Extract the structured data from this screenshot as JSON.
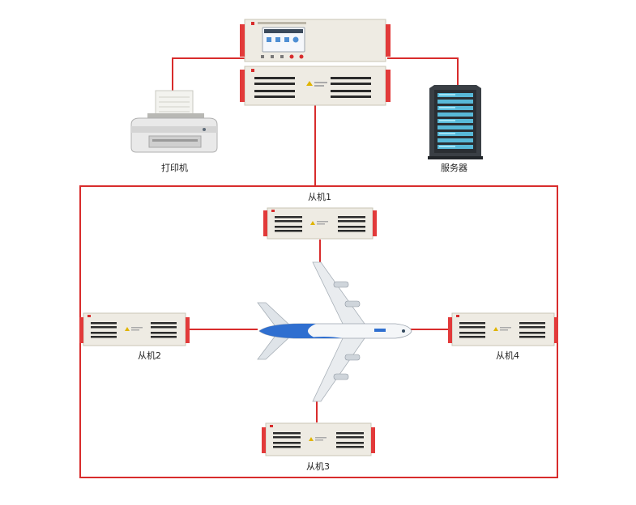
{
  "labels": {
    "printer": "打印机",
    "server": "服务器",
    "slave1": "从机1",
    "slave2": "从机2",
    "slave3": "从机3",
    "slave4": "从机4"
  },
  "colors": {
    "wire": "#d82c2c",
    "chassis": "#ece8de",
    "handle": "#e23a3a",
    "connector": "#2b2b2b",
    "screen": "#5c9ad6",
    "aircraft_blue": "#2f6fd0"
  },
  "icons": [
    "printer-icon",
    "server-rack-icon",
    "master-instrument-icon",
    "slave-unit-icon",
    "airplane-icon"
  ]
}
